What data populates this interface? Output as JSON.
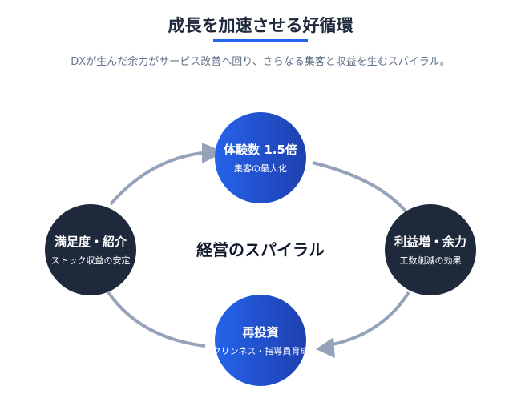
{
  "title": "成長を加速させる好循環",
  "subtitle": "DXが生んだ余力がサービス改善へ回り、さらなる集客と収益を生むスパイラル。",
  "center_label": "経営のスパイラル",
  "nodes": [
    {
      "title": "体験数 1.5倍",
      "sub": "集客の最大化"
    },
    {
      "title": "利益増・余力",
      "sub": "工数削減の効果"
    },
    {
      "title": "再投資",
      "sub": "クリンネス・指導員育成"
    },
    {
      "title": "満足度・紹介",
      "sub": "ストック収益の安定"
    }
  ],
  "colors": {
    "accent": "#2563eb",
    "dark": "#1e293b",
    "arrow": "#94a3b8"
  }
}
